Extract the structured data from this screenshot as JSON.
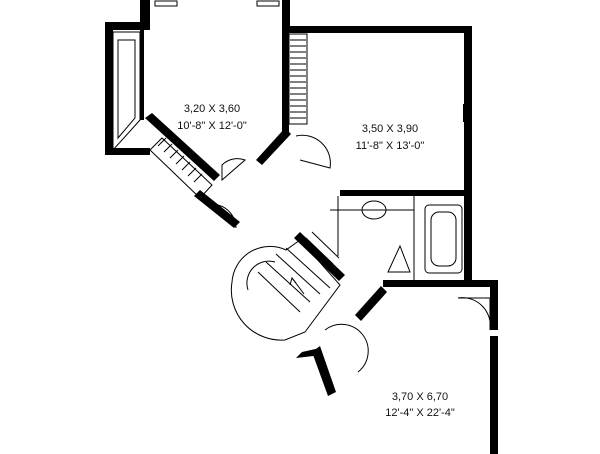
{
  "rooms": [
    {
      "id": "bedroom_left",
      "size_metric": "3,20 X 3,60",
      "size_imperial": "10'-8\" X 12'-0\""
    },
    {
      "id": "bedroom_right",
      "size_metric": "3,50 X 3,90",
      "size_imperial": "11'-8\" X 13'-0\""
    },
    {
      "id": "main_room",
      "size_metric": "3,70 X 6,70",
      "size_imperial": "12'-4\" X 22'-4\""
    }
  ]
}
